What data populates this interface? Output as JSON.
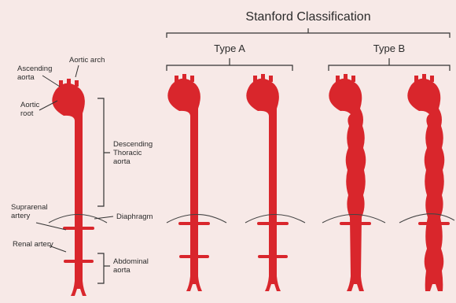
{
  "title": "Stanford Classification",
  "groups": {
    "type_a": "Type A",
    "type_b": "Type B"
  },
  "labels": {
    "aortic_arch": "Aortic arch",
    "ascending_aorta": [
      "Ascending",
      "aorta"
    ],
    "aortic_root": [
      "Aortic",
      "root"
    ],
    "descending_thoracic_aorta": [
      "Descending",
      "Thoracic",
      "aorta"
    ],
    "diaphragm": "Diaphragm",
    "suprarenal_artery": [
      "Suprarenal",
      "artery"
    ],
    "renal_artery": "Renal artery",
    "abdominal_aorta": [
      "Abdominal",
      "aorta"
    ]
  },
  "colors": {
    "background": "#f7e9e7",
    "aorta": "#d9262c",
    "line": "#333333"
  }
}
